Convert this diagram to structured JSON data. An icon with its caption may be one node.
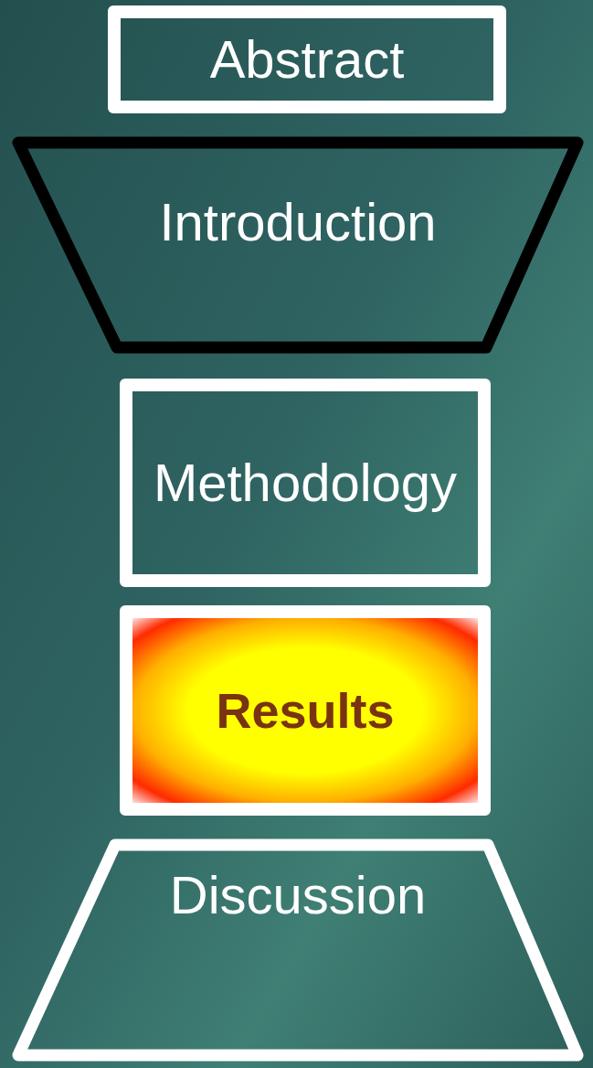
{
  "diagram": {
    "nodes": [
      {
        "text": [
          "Abstract"
        ]
      },
      {
        "text": [
          "Introduction"
        ]
      },
      {
        "text": [
          "Methodology"
        ]
      },
      {
        "text": [
          "Results"
        ]
      },
      {
        "text": [
          "Discussion"
        ]
      }
    ]
  }
}
